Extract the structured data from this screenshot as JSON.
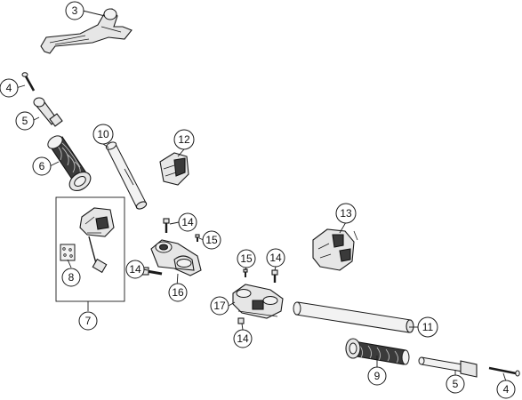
{
  "diagram": {
    "type": "exploded-parts-view",
    "callout_labels": {
      "c3": "3",
      "c4a": "4",
      "c5a": "5",
      "c6": "6",
      "c10": "10",
      "c12": "12",
      "c14a": "14",
      "c15a": "15",
      "c14b": "14",
      "c16": "16",
      "c8": "8",
      "c7": "7",
      "c13": "13",
      "c15b": "15",
      "c14c": "14",
      "c17": "17",
      "c14d": "14",
      "c11": "11",
      "c9": "9",
      "c5b": "5",
      "c4b": "4"
    }
  }
}
